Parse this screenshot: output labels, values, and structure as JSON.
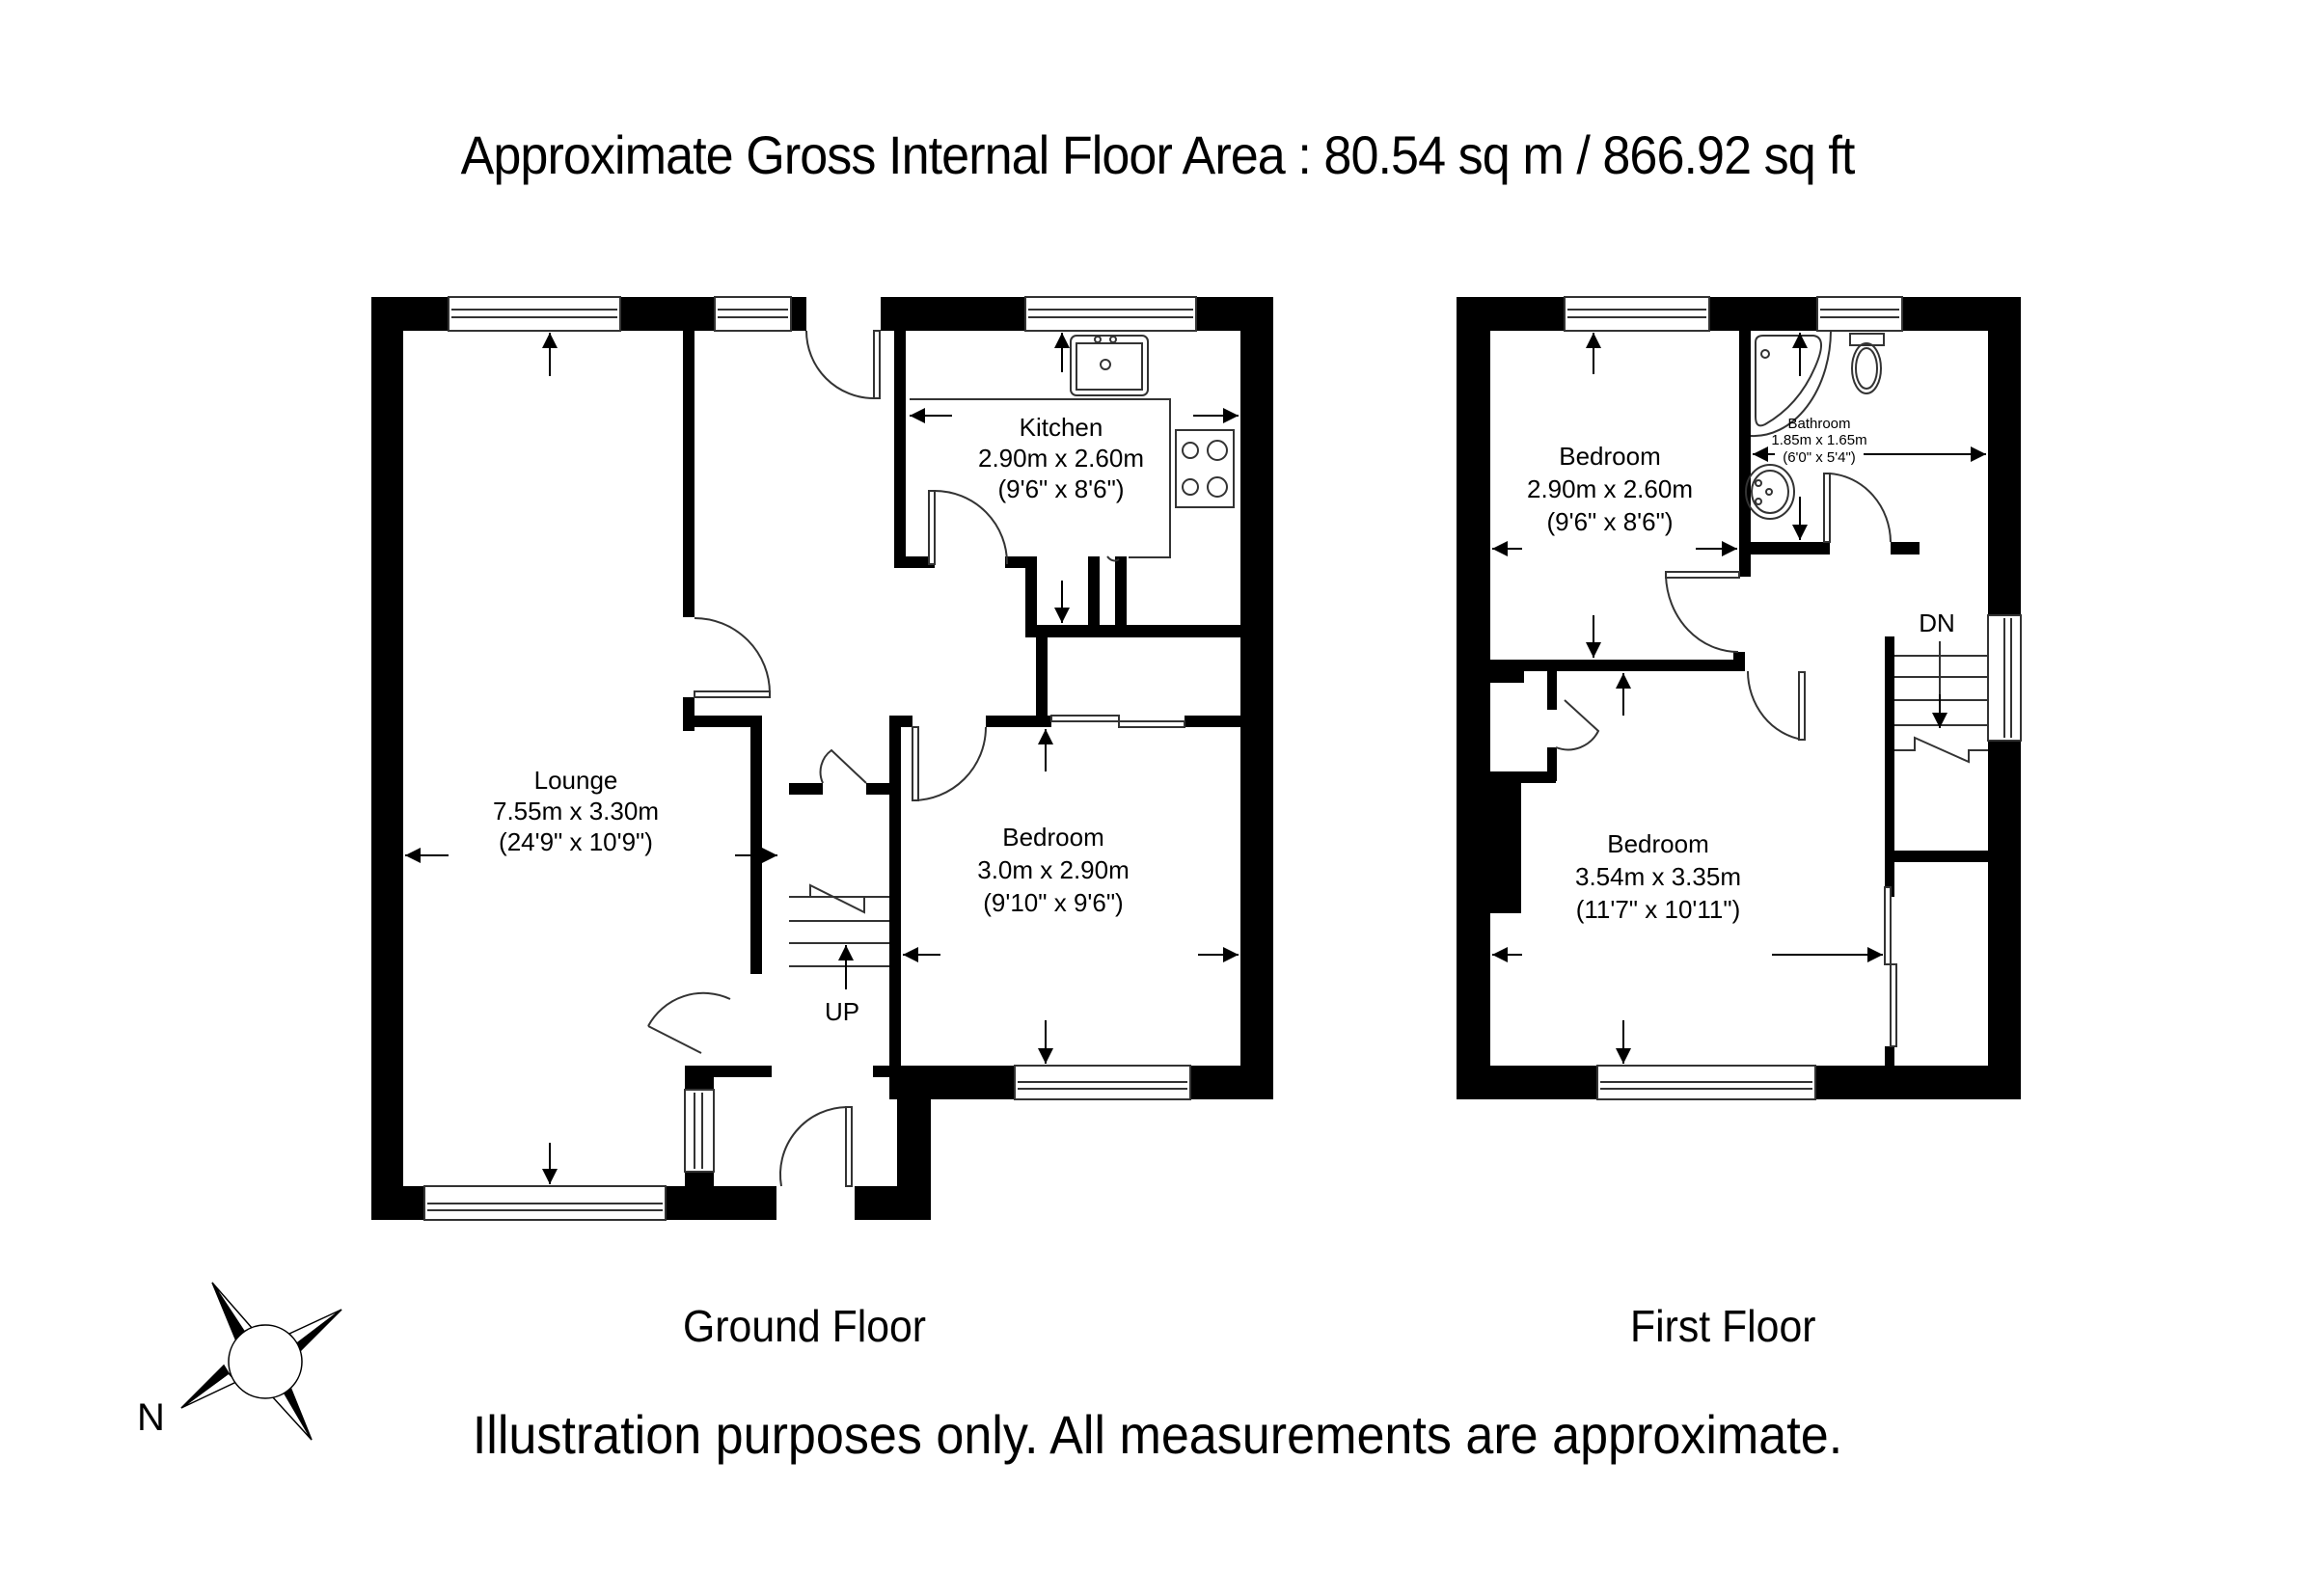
{
  "header": {
    "title": "Approximate Gross Internal Floor Area : 80.54 sq m / 866.92 sq ft"
  },
  "floors": [
    {
      "name": "Ground Floor",
      "rooms": [
        {
          "name": "Lounge",
          "metric": "7.55m x 3.30m",
          "imperial": "(24'9\" x 10'9\")"
        },
        {
          "name": "Kitchen",
          "metric": "2.90m x 2.60m",
          "imperial": "(9'6\" x 8'6\")"
        },
        {
          "name": "Bedroom",
          "metric": "3.0m x 2.90m",
          "imperial": "(9'10\" x 9'6\")"
        }
      ],
      "stair_label": "UP"
    },
    {
      "name": "First Floor",
      "rooms": [
        {
          "name": "Bedroom",
          "metric": "2.90m x 2.60m",
          "imperial": "(9'6\" x 8'6\")"
        },
        {
          "name": "Bathroom",
          "metric": "1.85m x 1.65m",
          "imperial": "(6'0\" x 5'4\")"
        },
        {
          "name": "Bedroom",
          "metric": "3.54m x 3.35m",
          "imperial": "(11'7\" x 10'11\")"
        }
      ],
      "stair_label": "DN"
    }
  ],
  "compass": {
    "label": "N",
    "icon": "compass-rose-icon"
  },
  "footer": {
    "disclaimer": "Illustration purposes only. All measurements are approximate."
  },
  "colors": {
    "wall": "#000000",
    "background": "#ffffff",
    "line": "#333333"
  }
}
